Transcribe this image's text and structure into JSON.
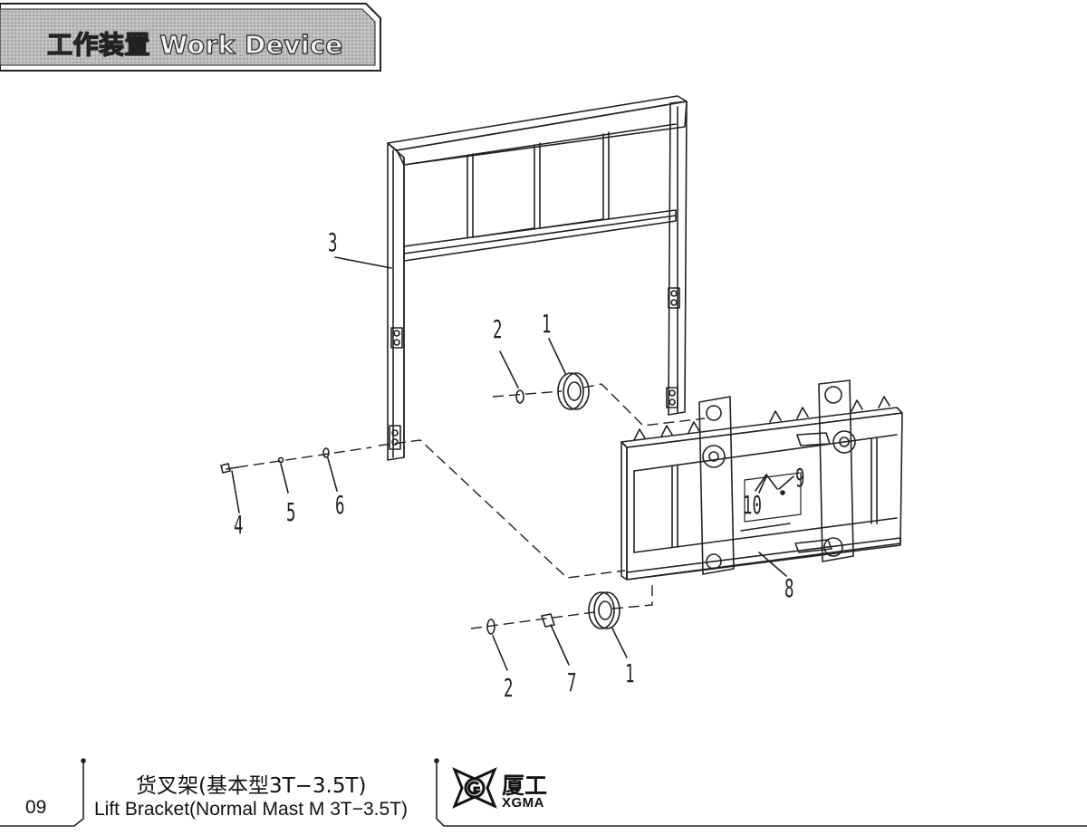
{
  "header": {
    "title": "工作装置 Work Device"
  },
  "callouts": [
    {
      "id": "c3",
      "label": "3"
    },
    {
      "id": "c2a",
      "label": "2"
    },
    {
      "id": "c1a",
      "label": "1"
    },
    {
      "id": "c4",
      "label": "4"
    },
    {
      "id": "c5",
      "label": "5"
    },
    {
      "id": "c6",
      "label": "6"
    },
    {
      "id": "c9",
      "label": "9"
    },
    {
      "id": "c10",
      "label": "10"
    },
    {
      "id": "c8",
      "label": "8"
    },
    {
      "id": "c2b",
      "label": "2"
    },
    {
      "id": "c7",
      "label": "7"
    },
    {
      "id": "c1b",
      "label": "1"
    }
  ],
  "footer": {
    "page_number": "09",
    "title_cn": "货叉架(基本型3T−3.5T)",
    "title_en": "Lift Bracket(Normal Mast M 3T−3.5T)",
    "logo_cn": "厦工",
    "logo_en": "XGMA"
  }
}
